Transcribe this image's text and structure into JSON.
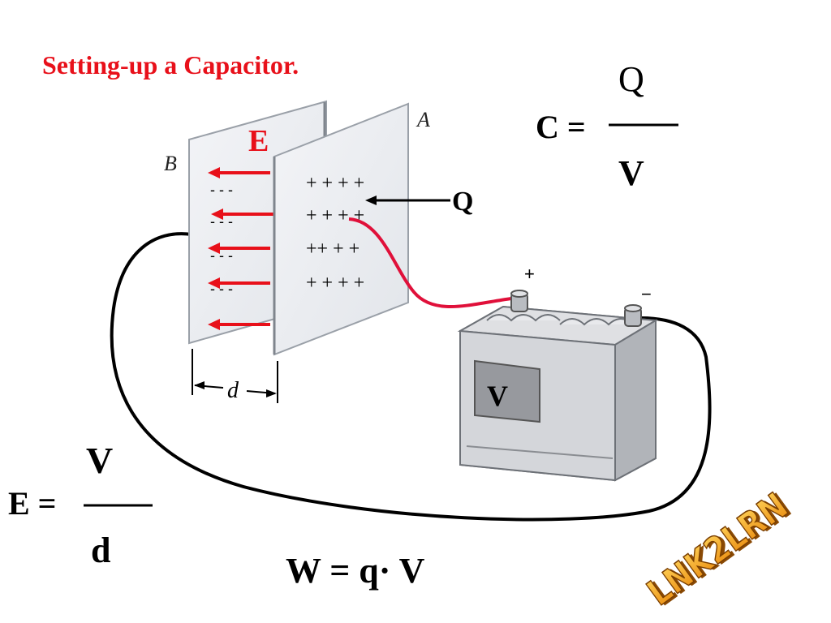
{
  "slide": {
    "title": "Setting-up a Capacitor."
  },
  "diagram": {
    "plate_a_label": "A",
    "plate_b_label": "B",
    "field_label": "E",
    "charge_label": "Q",
    "separation_label": "d",
    "battery_label": "V",
    "battery_plus": "+",
    "battery_minus": "−",
    "positive_rows": [
      "+ + + +",
      "+ + + +",
      "++ + +",
      "+ + + +"
    ],
    "negative_rows": [
      "- - -",
      "- - -",
      "- - -",
      "- - -"
    ]
  },
  "formulas": {
    "capacitance": {
      "lhs": "C =",
      "numerator": "Q",
      "denominator": "V"
    },
    "field": {
      "lhs": "E =",
      "numerator": "V",
      "denominator": "d"
    },
    "work": "W = q· V"
  },
  "logo": {
    "text": "LNK2LRN"
  },
  "colors": {
    "title": "#e8101a",
    "field_arrows": "#e8101a",
    "wire_positive": "#e0103a",
    "wire_negative": "#000000",
    "plate_fill": "#eceef2",
    "battery_body": "#cdcfd2",
    "logo_fill": "#f0a020"
  }
}
